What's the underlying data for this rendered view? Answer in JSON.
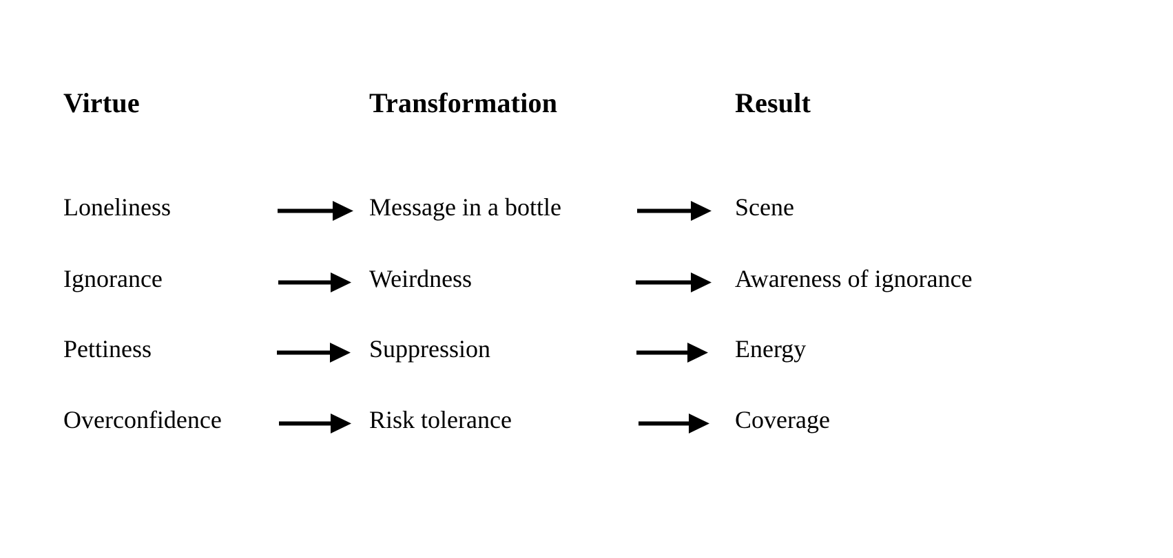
{
  "page": {
    "background_color": "#ffffff",
    "text_color": "#000000",
    "title": ""
  },
  "columns": {
    "headers": [
      {
        "label": "Virtue"
      },
      {
        "label": "Transformation"
      },
      {
        "label": "Result"
      }
    ]
  },
  "arrow": {
    "icon_name": "right-arrow-icon",
    "color": "#000000"
  },
  "rows": [
    {
      "virtue": "Loneliness",
      "transformation": "Message in a bottle",
      "result": "Scene"
    },
    {
      "virtue": "Ignorance",
      "transformation": "Weirdness",
      "result": "Awareness of ignorance"
    },
    {
      "virtue": "Pettiness",
      "transformation": "Suppression",
      "result": "Energy"
    },
    {
      "virtue": "Overconfidence",
      "transformation": "Risk tolerance",
      "result": "Coverage"
    }
  ]
}
